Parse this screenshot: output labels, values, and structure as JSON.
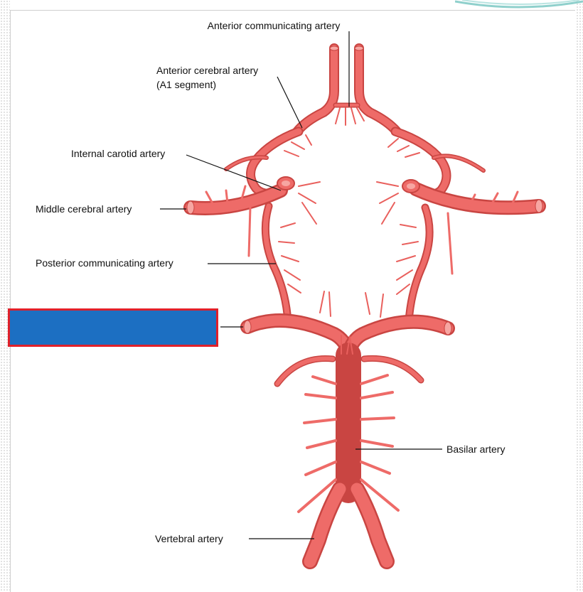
{
  "labels": {
    "acomm": "Anterior communicating artery",
    "aca_line1": "Anterior cerebral artery",
    "aca_line2": "(A1 segment)",
    "ica": "Internal carotid artery",
    "mca": "Middle cerebral artery",
    "pcomm": "Posterior communicating artery",
    "basilar": "Basilar artery",
    "vertebral": "Vertebral artery"
  },
  "colors": {
    "artery_fill": "#ee6b68",
    "artery_dark": "#c94542",
    "artery_light": "#f7a6a2",
    "mask_box": "#1c6fc2",
    "mask_border": "#e0202a"
  }
}
